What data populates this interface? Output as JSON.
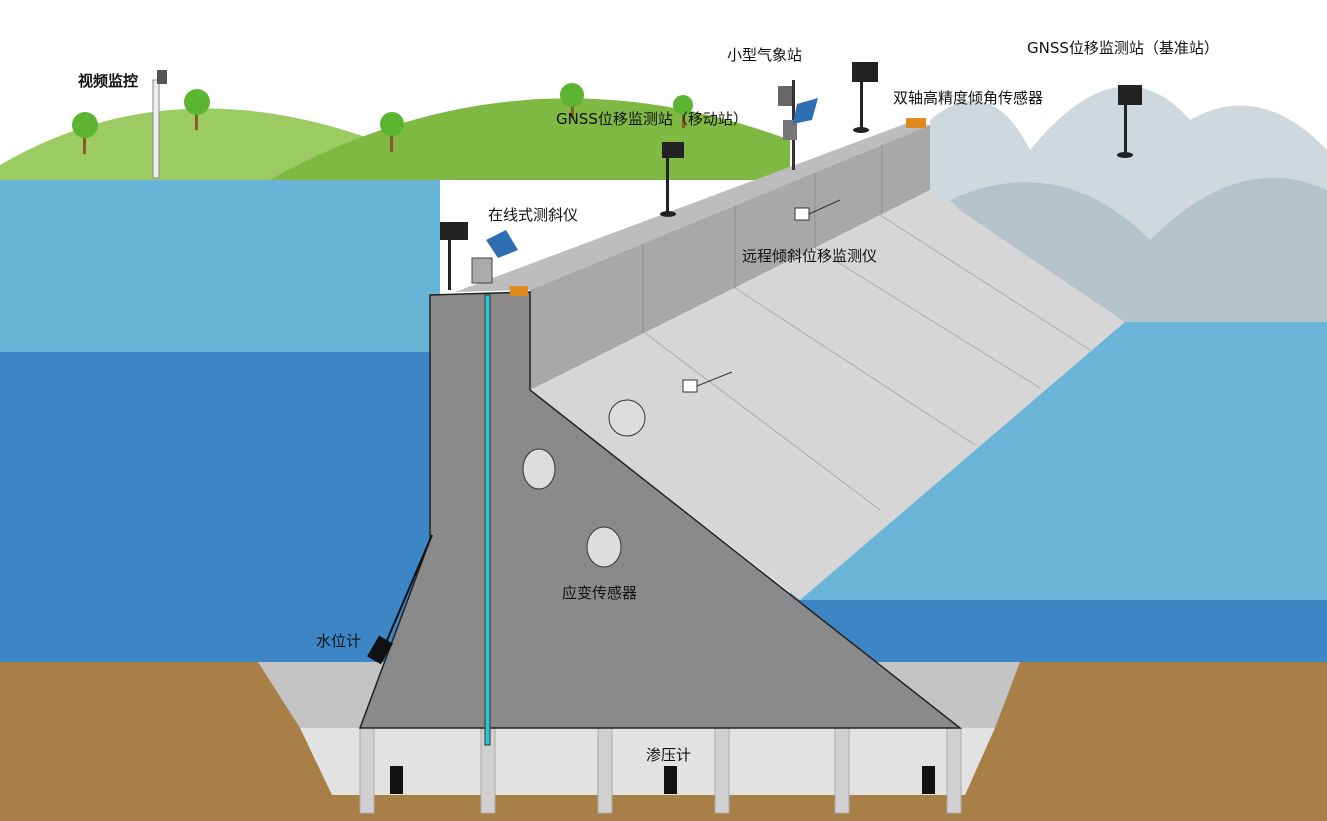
{
  "labels": {
    "video": "视频监控",
    "weather": "小型气象站",
    "gnss_base": "GNSS位移监测站（基准站）",
    "gnss_mobile": "GNSS位移监测站（移动站）",
    "tilt_sensor": "双轴高精度倾角传感器",
    "inclinometer": "在线式测斜仪",
    "remote_tilt": "远程倾斜位移监测仪",
    "strain": "应变传感器",
    "water_level": "水位计",
    "piezometer": "渗压计"
  },
  "colors": {
    "sky": "#ffffff",
    "water_light": "#67b5d6",
    "water_deep": "#3d86c6",
    "ground": "#a77f47",
    "dam_dark": "#888888",
    "dam_light": "#d6d6d6",
    "hill": "#8cc152"
  }
}
